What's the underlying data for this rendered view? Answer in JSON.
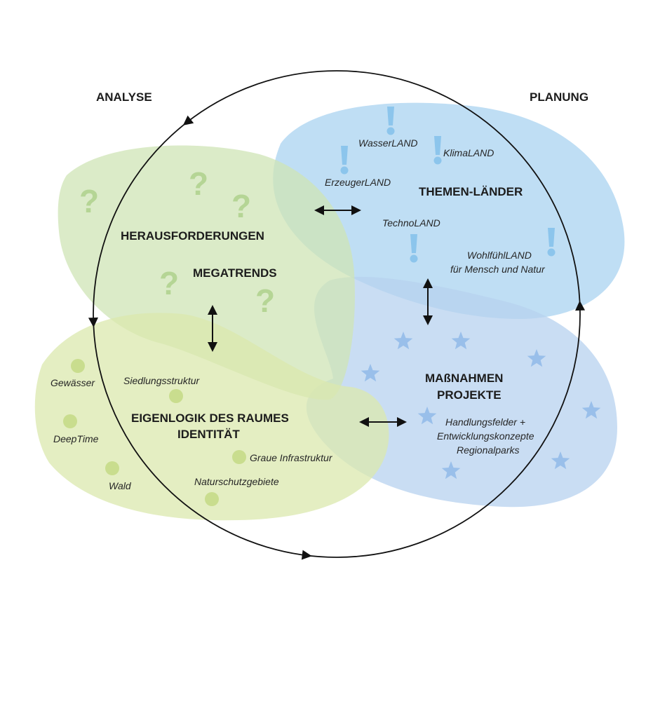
{
  "title_left": "ANALYSE",
  "title_right": "PLANUNG",
  "colors": {
    "green_blob": "#cfe4b6",
    "blue_blob": "#a9d3f0",
    "lower_blue_blob": "#b7d1ef",
    "lime_blob": "#dbe8ad",
    "question_mark": "#b5d595",
    "exclamation": "#8cc5ec",
    "star": "#99bfea",
    "dot": "#c9dd8e",
    "cycle_line": "#111111"
  },
  "regions": {
    "herausforderungen": {
      "labels": [
        "HERAUSFORDERUNGEN",
        "MEGATRENDS"
      ],
      "icon": "question-mark-icon"
    },
    "themen_laender": {
      "label": "THEMEN-LÄNDER",
      "items": [
        "WasserLAND",
        "KlimaLAND",
        "ErzeugerLAND",
        "TechnoLAND",
        "WohlfühlLAND",
        "für Mensch und Natur"
      ],
      "icon": "exclamation-icon"
    },
    "massnahmen": {
      "labels": [
        "MAßNAHMEN",
        "PROJEKTE"
      ],
      "sub": [
        "Handlungsfelder +",
        "Entwicklungskonzepte",
        "Regionalparks"
      ],
      "icon": "star-icon"
    },
    "eigenlogik": {
      "labels": [
        "EIGENLOGIK DES RAUMES",
        "IDENTITÄT"
      ],
      "items": [
        "Gewässer",
        "Siedlungsstruktur",
        "DeepTime",
        "Graue Infrastruktur",
        "Wald",
        "Naturschutzgebiete"
      ],
      "icon": "dot-icon"
    }
  },
  "cycle": {
    "direction": "counterclockwise",
    "arrowheads": 4
  },
  "connectors": [
    {
      "from": "herausforderungen",
      "to": "themen_laender",
      "type": "bidirectional"
    },
    {
      "from": "herausforderungen",
      "to": "eigenlogik",
      "type": "bidirectional"
    },
    {
      "from": "themen_laender",
      "to": "massnahmen",
      "type": "bidirectional"
    },
    {
      "from": "eigenlogik",
      "to": "massnahmen",
      "type": "bidirectional"
    }
  ]
}
